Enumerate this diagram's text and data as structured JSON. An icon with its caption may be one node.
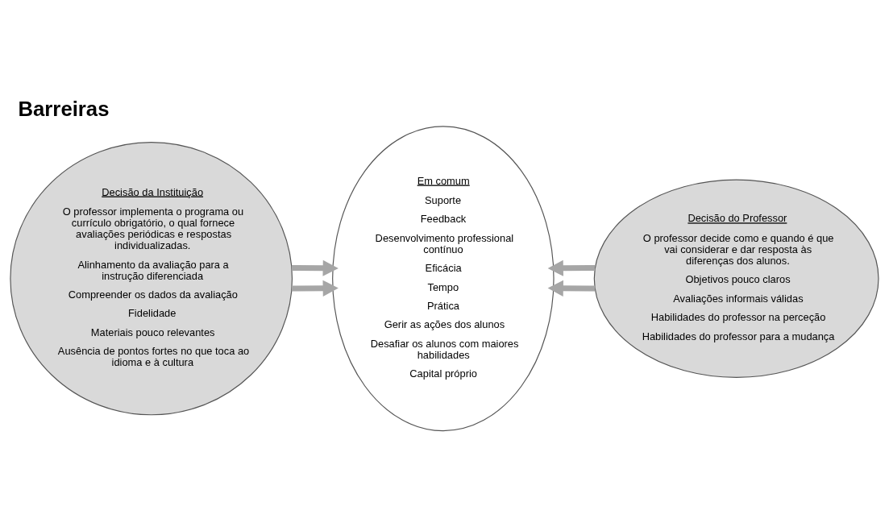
{
  "diagram": {
    "title": "Barreiras",
    "nodes": [
      {
        "text": [
          "Decisão da Instituição",
          "O professor implementa o programa ou currículo obrigatório, o qual fornece avaliações periódicas e respostas individualizadas.",
          "Alinhamento da avaliação para a instrução diferenciada",
          "Compreender os dados da avaliação",
          "Fidelidade",
          "Materiais pouco relevantes",
          "Ausência de pontos fortes no que toca ao idioma e à cultura"
        ]
      },
      {
        "text": [
          "Em comum",
          "Suporte",
          "Feedback",
          "Desenvolvimento professional contínuo",
          "Eficácia",
          "Tempo",
          "Prática",
          "Gerir as ações dos alunos",
          "Desafiar os alunos com maiores habilidades",
          "Capital próprio"
        ]
      },
      {
        "text": [
          "Decisão do Professor",
          "O professor decide como e quando é que vai considerar e dar resposta às diferenças dos alunos.",
          "Objetivos pouco claros",
          "Avaliações informais válidas",
          "Habilidades do professor na perceção",
          "Habilidades do professor para a mudança"
        ]
      }
    ],
    "edges": [
      {
        "from": 0,
        "to": 1,
        "arrow": "to"
      },
      {
        "from": 0,
        "to": 1,
        "arrow": "to"
      },
      {
        "from": 2,
        "to": 1,
        "arrow": "to"
      },
      {
        "from": 2,
        "to": 1,
        "arrow": "to"
      }
    ]
  }
}
